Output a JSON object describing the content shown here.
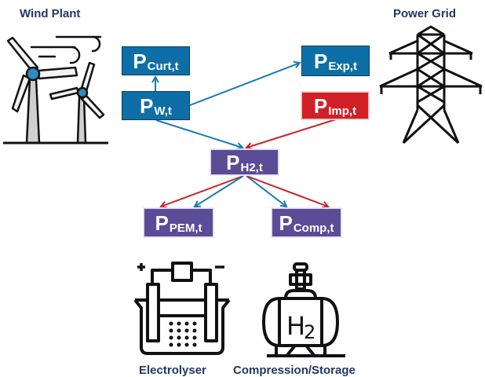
{
  "titles": {
    "wind_plant": "Wind Plant",
    "power_grid": "Power Grid"
  },
  "nodes": {
    "curt": {
      "main": "P",
      "sub": "Curt,t"
    },
    "wind": {
      "main": "P",
      "sub": "W,t"
    },
    "exp": {
      "main": "P",
      "sub": "Exp,t"
    },
    "imp": {
      "main": "P",
      "sub": "Imp,t"
    },
    "h2": {
      "main": "P",
      "sub": "H2,t"
    },
    "pem": {
      "main": "P",
      "sub": "PEM,t"
    },
    "comp": {
      "main": "P",
      "sub": "Comp,t"
    }
  },
  "labels": {
    "electrolyser": "Electrolyser",
    "storage": "Compression/Storage",
    "tank_text": "H",
    "tank_sub": "2"
  },
  "icons": {
    "wind": "wind-turbine-icon",
    "grid": "transmission-tower-icon",
    "electrolyser": "electrolyser-icon",
    "tank": "hydrogen-tank-icon"
  },
  "colors": {
    "wind_flow": "#1a7ab5",
    "grid_flow": "#c8242b",
    "blue_box": "#0e6fa8",
    "red_box": "#d11f26",
    "purple_box": "#5a4c97",
    "title": "#1f3864"
  }
}
